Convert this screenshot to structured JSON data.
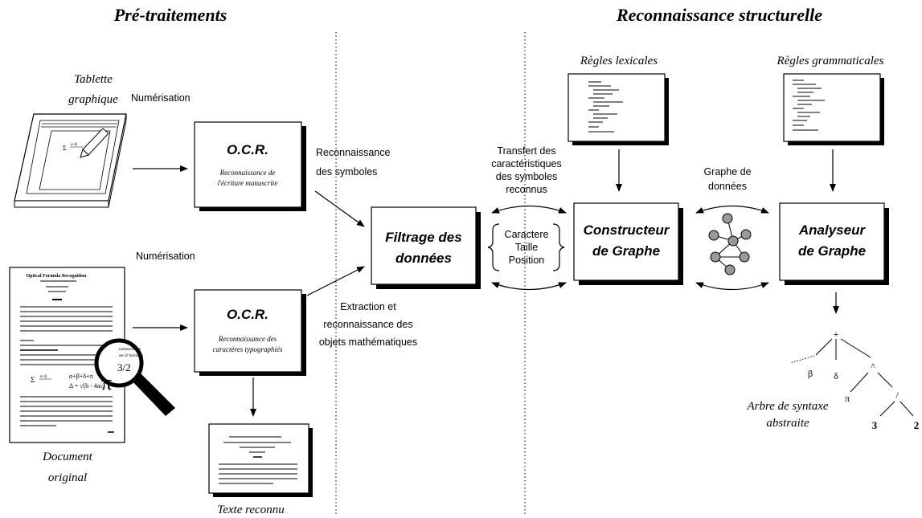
{
  "headers": {
    "left": "Pré-traitements",
    "right": "Reconnaissance structurelle"
  },
  "left": {
    "tablet_label": [
      "Tablette",
      "graphique"
    ],
    "digitization_label": "Numérisation",
    "document_label": [
      "Document",
      "original"
    ],
    "recognized_text_label": "Texte reconnu",
    "doc_title": "Optical Formula Recognition",
    "magnifier_overlay": [
      "nomenclature",
      "set of formulas"
    ],
    "magnifier_fraction": "3/2",
    "magnifier_pi": "π",
    "doc_formula_1": "α+β+δ+π",
    "doc_formula_2": "Δ = √(b - 4ac)"
  },
  "ocr_boxes": [
    {
      "title": "O.C.R.",
      "subtitle": [
        "Reconnaissance de",
        "l'écriture manuscrite"
      ]
    },
    {
      "title": "O.C.R.",
      "subtitle": [
        "Reconnaissance des",
        "caractères typographiés"
      ]
    }
  ],
  "edge_labels": {
    "symbol_recognition": [
      "Reconnaissance",
      "des symboles"
    ],
    "extraction": [
      "Extraction et",
      "reconnaissance des",
      "objets mathématiques"
    ],
    "transfer": [
      "Transfert des",
      "caractéristiques",
      "des symboles",
      "reconnus"
    ],
    "graph_data": [
      "Graphe de",
      "données"
    ]
  },
  "characteristics": [
    "Caractere",
    "Taille",
    "Position"
  ],
  "main_boxes": {
    "filter": [
      "Filtrage des",
      "données"
    ],
    "constructor": [
      "Constructeur",
      "de Graphe"
    ],
    "analyzer": [
      "Analyseur",
      "de Graphe"
    ]
  },
  "rules": {
    "lexical": "Règles lexicales",
    "grammatical": "Règles grammaticales"
  },
  "syntax_tree": {
    "caption": [
      "Arbre de syntaxe",
      "abstraite"
    ],
    "nodes": {
      "root": "+",
      "beta": "β",
      "delta": "δ",
      "power": "^",
      "pi": "π",
      "div": "/",
      "three": "3",
      "two": "2"
    }
  }
}
